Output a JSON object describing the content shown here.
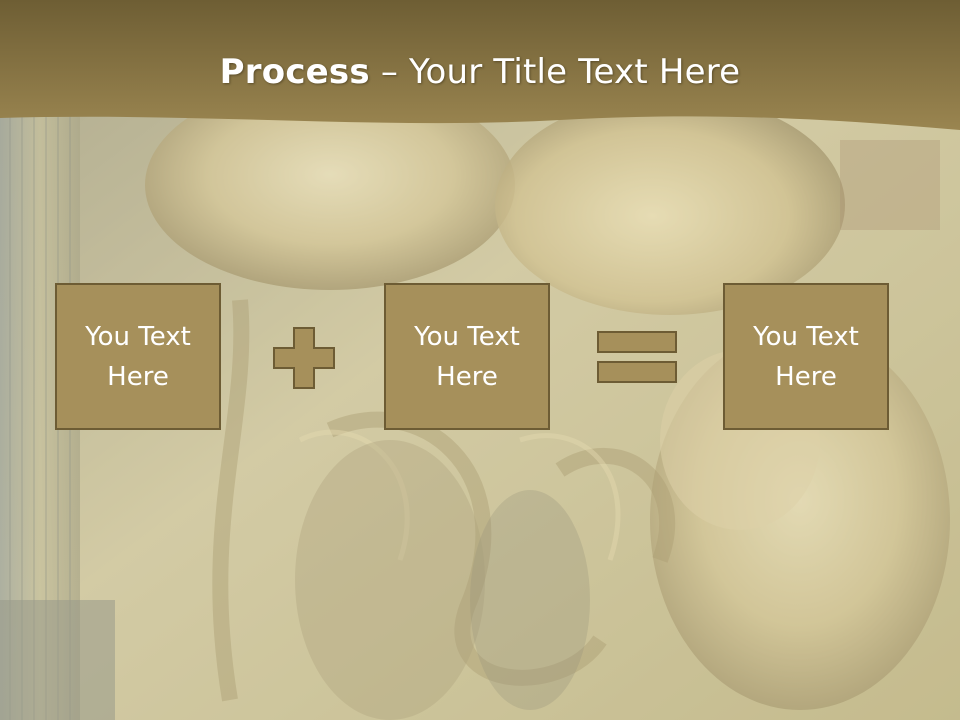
{
  "slide": {
    "title_bold": "Process",
    "title_dash": " – ",
    "title_rest": "Your Title Text Here"
  },
  "process": {
    "boxes": [
      {
        "label": "You Text Here"
      },
      {
        "label": "You Text Here"
      },
      {
        "label": "You Text Here"
      }
    ],
    "operators": [
      "plus-icon",
      "equals-icon"
    ]
  },
  "colors": {
    "banner": "#8a7646",
    "box_fill": "#a6905b",
    "box_border": "#6d5c34",
    "operator_fill": "#a6905b"
  }
}
